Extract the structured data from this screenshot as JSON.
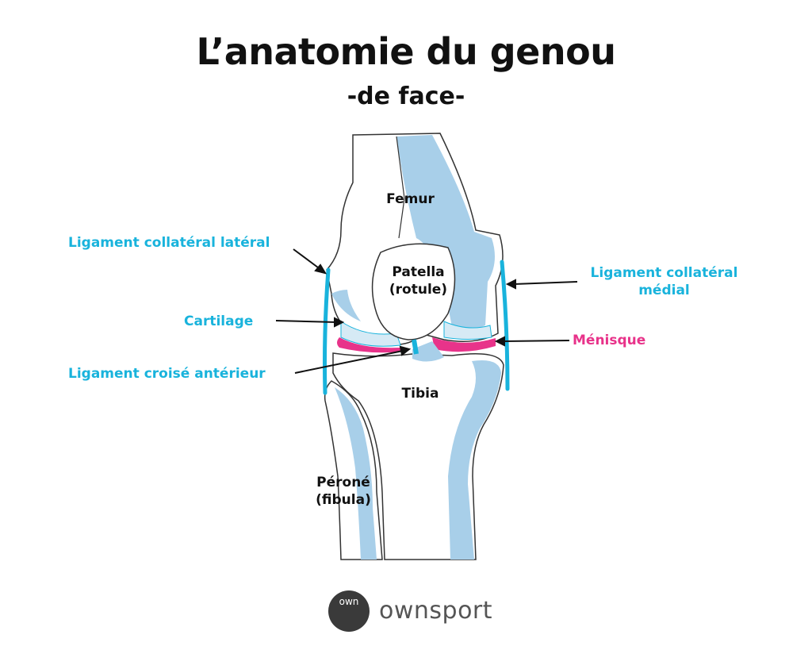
{
  "title": "L’anatomie du genou",
  "subtitle": "-de face-",
  "labels": {
    "femur": "Femur",
    "patella_1": "Patella",
    "patella_2": "(rotule)",
    "tibia": "Tibia",
    "perone_1": "Péroné",
    "perone_2": "(fibula)",
    "lig_collateral_lateral": "Ligament collatéral latéral",
    "cartilage": "Cartilage",
    "lig_croise_anterieur": "Ligament croisé antérieur",
    "lig_collateral_medial_1": "Ligament collatéral",
    "lig_collateral_medial_2": "médial",
    "menisque": "Ménisque"
  },
  "logo": {
    "letters": "own",
    "brand": "ownsport"
  },
  "colors": {
    "bone_shade": "#a8cfe9",
    "ligament": "#19b3dc",
    "meniscus": "#e8338a",
    "outline": "#333333"
  }
}
